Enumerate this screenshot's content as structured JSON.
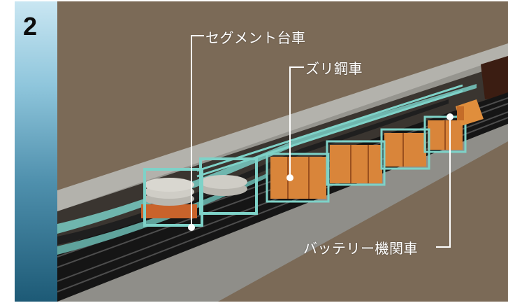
{
  "step": {
    "number": "2"
  },
  "callouts": {
    "segment_cart": "セグメント台車",
    "muck_car": "ズリ鋼車",
    "battery_locomotive": "バッテリー機関車"
  },
  "colors": {
    "background": "#7b6a57",
    "tunnel_lining": "#a9a9a4",
    "frame_teal": "#7ed2c8",
    "muck_bin": "#d9853a",
    "rail_bed": "#151515",
    "sidebar_top": "#c9e6f2",
    "sidebar_bottom": "#1d5a76"
  },
  "icons": [
    "callout-dot-icon"
  ]
}
